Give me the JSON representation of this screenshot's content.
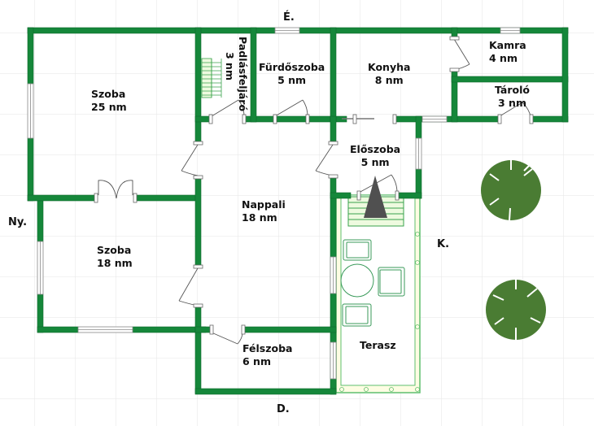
{
  "plan": {
    "title": "Alaprajz",
    "colors": {
      "wall": "#15873a",
      "wall_dark": "#0f6b2c",
      "grid": "#e6e6e6",
      "terrace_fill": "#fdfde3",
      "terrace_border": "#5fbf6f",
      "tree": "#4a7c33",
      "stair_line": "#3aa34c",
      "stair_fill": "#eefadf",
      "arrow": "#505050"
    },
    "compass": {
      "north": "É.",
      "south": "D.",
      "west": "Ny.",
      "east": "K."
    },
    "rooms": [
      {
        "id": "szoba-25",
        "name": "Szoba",
        "area": "25 nm"
      },
      {
        "id": "padlasfeljaro",
        "name": "Padlásfeljáró",
        "area": "3 nm"
      },
      {
        "id": "furdoszoba",
        "name": "Fürdőszoba",
        "area": "5 nm"
      },
      {
        "id": "konyha",
        "name": "Konyha",
        "area": "8 nm"
      },
      {
        "id": "kamra",
        "name": "Kamra",
        "area": "4 nm"
      },
      {
        "id": "tarolo",
        "name": "Tároló",
        "area": "3 nm"
      },
      {
        "id": "eloszoba",
        "name": "Előszoba",
        "area": "5 nm"
      },
      {
        "id": "nappali",
        "name": "Nappali",
        "area": "18 nm"
      },
      {
        "id": "szoba-18",
        "name": "Szoba",
        "area": "18 nm"
      },
      {
        "id": "felszoba",
        "name": "Félszoba",
        "area": "6 nm"
      },
      {
        "id": "terasz",
        "name": "Terasz",
        "area": ""
      }
    ]
  }
}
